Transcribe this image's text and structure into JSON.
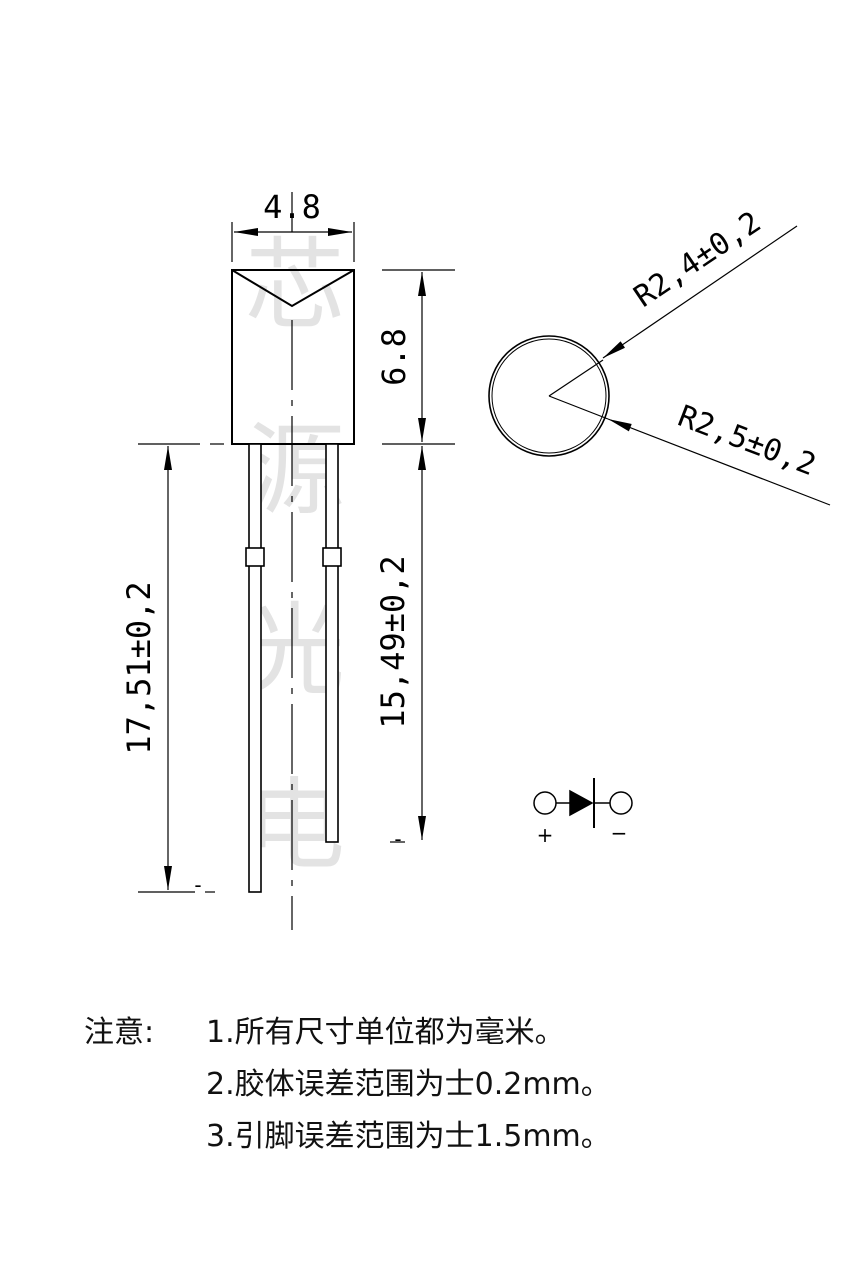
{
  "watermark": {
    "chars": [
      "芯",
      "源",
      "光",
      "电"
    ]
  },
  "dimensions": {
    "body_width": "4.8",
    "body_height": "6.8",
    "total_length": "17,51±0,2",
    "lead_length": "15,49±0,2",
    "radius_outer": "R2,4±0,2",
    "radius_inner": "R2,5±0,2"
  },
  "lead_marks": {
    "left": "-",
    "right": "-"
  },
  "symbol": {
    "plus": "+",
    "minus": "−"
  },
  "notes": {
    "heading": "注意:",
    "items": [
      "1.所有尺寸单位都为毫米。",
      "2.胶体误差范围为士0.2mm。",
      "3.引脚误差范围为士1.5mm。"
    ]
  },
  "colors": {
    "line": "#000000",
    "watermark": "#e3e3e3",
    "text": "#111111"
  }
}
